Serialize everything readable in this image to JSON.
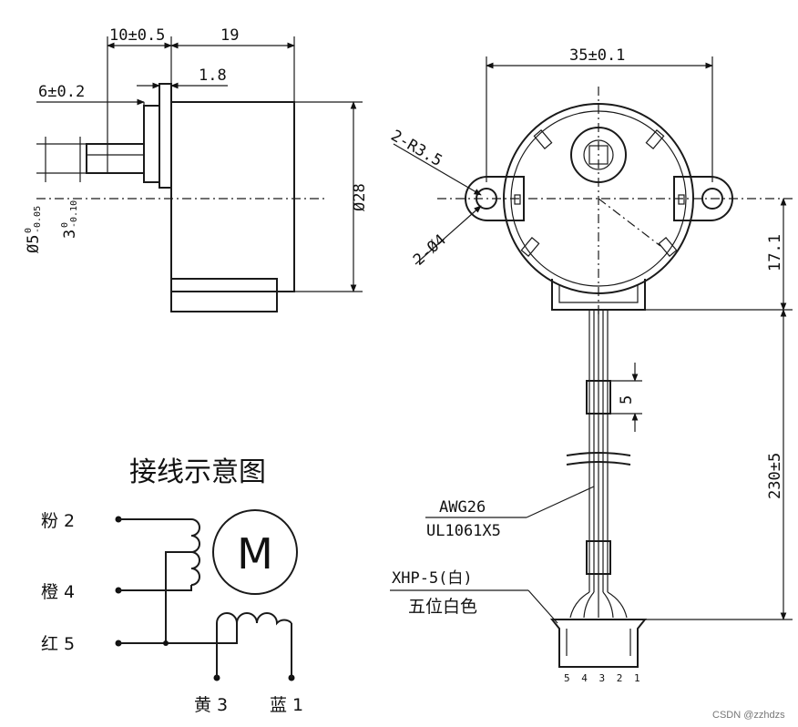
{
  "side_view": {
    "dim_width_tol": "10±0.5",
    "dim_body_width": "19",
    "dim_flange": "1.8",
    "dim_shaft_len": "6±0.2",
    "dim_shaft_dia": "Ø5",
    "dim_shaft_dia_tol_upper": "0",
    "dim_shaft_dia_tol_lower": "-0.05",
    "dim_flat": "3",
    "dim_flat_tol_upper": "0",
    "dim_flat_tol_lower": "-0.10",
    "dim_body_dia": "Ø28"
  },
  "front_view": {
    "dim_mount_spacing": "35±0.1",
    "dim_ear_radius": "2-R3.5",
    "dim_hole_dia": "2-Ø4",
    "dim_height": "17.1",
    "dim_cable_len": "230±5",
    "dim_sleeve": "5",
    "wire_spec_1": "AWG26",
    "wire_spec_2": "UL1061X5",
    "connector_model": "XHP-5(白)",
    "connector_desc": "五位白色",
    "pin_numbers": "5 4 3 2 1"
  },
  "wiring": {
    "title": "接线示意图",
    "motor_label": "M",
    "wire_pink": "粉 2",
    "wire_orange": "橙 4",
    "wire_red": "红 5",
    "wire_yellow": "黄 3",
    "wire_blue": "蓝 1"
  },
  "watermark": "CSDN @zzhdzs"
}
